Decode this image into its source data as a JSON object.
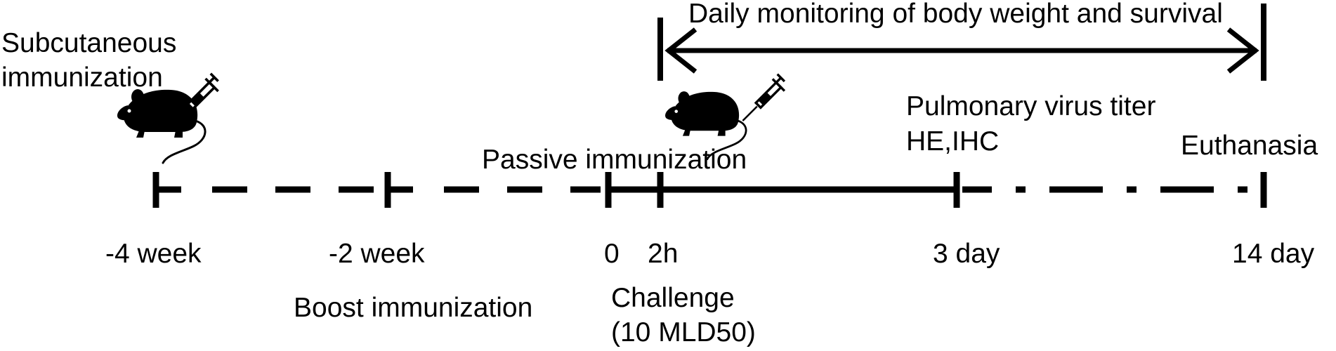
{
  "labels": {
    "subcutaneous_line1": "Subcutaneous",
    "subcutaneous_line2": "immunization",
    "daily_monitoring": "Daily monitoring of body weight and survival",
    "passive_immunization": "Passive immunization",
    "pulmonary_titer": "Pulmonary virus titer",
    "he_ihc": "HE,IHC",
    "euthanasia": "Euthanasia",
    "boost_immunization": "Boost immunization",
    "challenge_line1": "Challenge",
    "challenge_line2": "(10 MLD50)"
  },
  "timepoints": {
    "minus4week": "-4 week",
    "minus2week": "-2 week",
    "day0": "0",
    "h2": "2h",
    "day3": "3 day",
    "day14": "14 day"
  },
  "icons": {
    "mouse": "mouse-icon",
    "syringe": "syringe-icon"
  },
  "colors": {
    "ink": "#000000",
    "background": "#ffffff"
  }
}
